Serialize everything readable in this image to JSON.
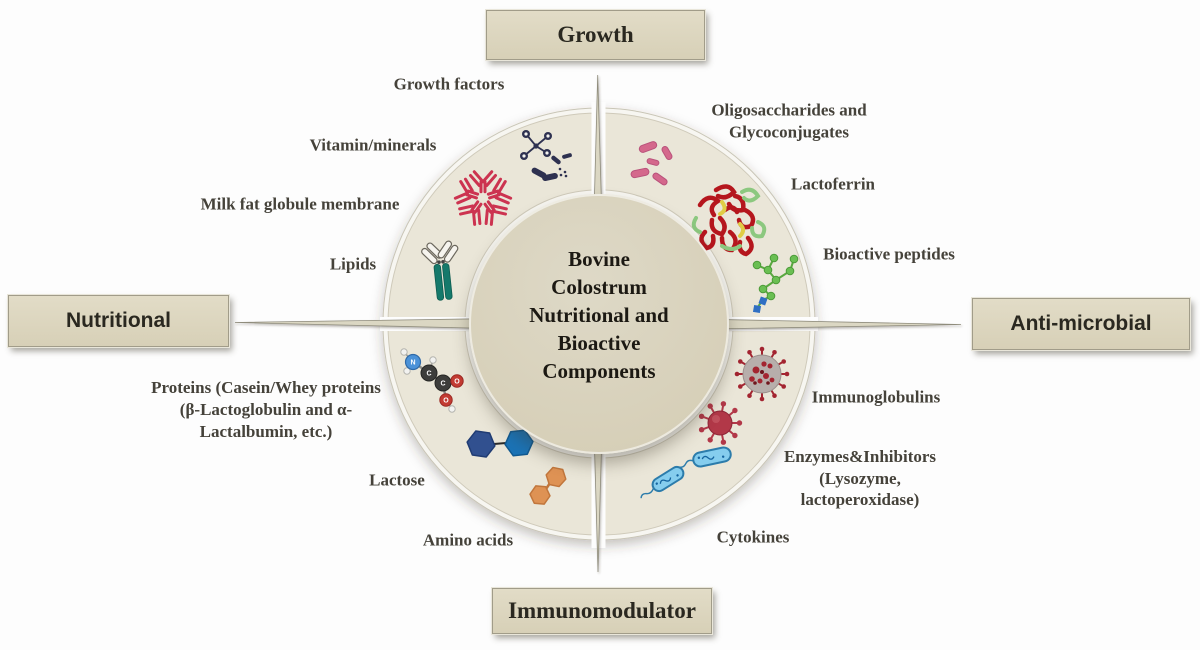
{
  "figure": {
    "center_title_lines": [
      "Bovine",
      "Colostrum",
      "Nutritional and",
      "Bioactive",
      "Components"
    ]
  },
  "axis_boxes": {
    "top": {
      "label": "Growth"
    },
    "right": {
      "label": "Anti-microbial"
    },
    "bottom": {
      "label": "Immunomodulator"
    },
    "left": {
      "label": "Nutritional"
    }
  },
  "labels": {
    "growth_factors": "Growth factors",
    "vitamin_minerals": "Vitamin/minerals",
    "milk_fat_globule_membrane": "Milk fat globule membrane",
    "lipids": "Lipids",
    "oligosaccharides": [
      "Oligosaccharides and",
      "Glycoconjugates"
    ],
    "lactoferrin": "Lactoferrin",
    "bioactive_peptides": "Bioactive peptides",
    "immunoglobulins": "Immunoglobulins",
    "enzymes_inhibitors": [
      "Enzymes&Inhibitors",
      "(Lysozyme,",
      "lactoperoxidase)"
    ],
    "cytokines": "Cytokines",
    "amino_acids": "Amino acids",
    "lactose": "Lactose",
    "proteins": [
      "Proteins (Casein/Whey proteins",
      "(β-Lactoglobulin and α-",
      "Lactalbumin, etc.)"
    ]
  },
  "icon_names": [
    "growth-factor-molecule-icon",
    "igm-antibody-icon",
    "igg-antibody-icon",
    "pink-bacteria-icon",
    "lactoferrin-protein-icon",
    "peptide-chain-icon",
    "coronavirus-icon",
    "red-virus-icon",
    "blue-bacteria-icon",
    "amino-acid-molecule-icon",
    "lactose-hexagons-icon",
    "amino-hexagons-icon"
  ],
  "colors": {
    "background": "#fdfdfd",
    "ring_fill": "#eae6d8",
    "ring_rim": "#f7f6f1",
    "center_circle_fill": "#d9d2bc",
    "box_fill": "#ddd7c0",
    "needle_fill": "#dbd7c3",
    "label_text": "#45423a",
    "box_text": "#2a2820",
    "antibody_red": "#cc3350",
    "antibody_teal": "#15796b",
    "bacteria_pink": "#d4688c",
    "bacteria_blue": "#85cdee",
    "virus_red": "#b23848",
    "molecule_navy": "#2e3150",
    "protein_red": "#b5161d",
    "protein_green": "#8cc87f",
    "protein_yellow": "#e0cc45",
    "peptide_green": "#6abf52",
    "hexagon_navy": "#31508f",
    "hexagon_blue": "#1b73b6",
    "hexagon_orange": "#de9254"
  }
}
